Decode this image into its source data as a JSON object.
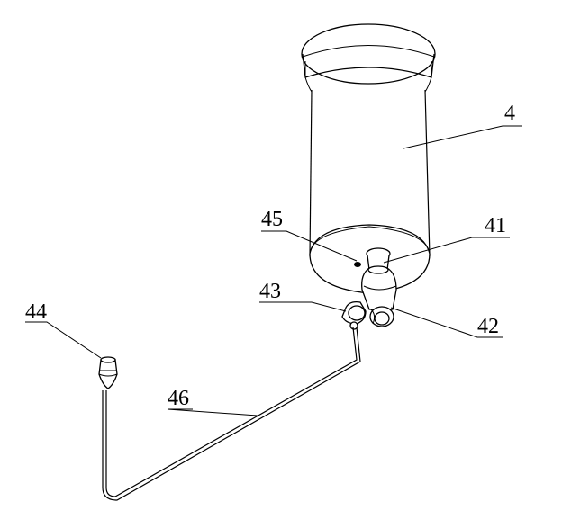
{
  "labels": {
    "l4": "4",
    "l41": "41",
    "l42": "42",
    "l43": "43",
    "l44": "44",
    "l45": "45",
    "l46": "46"
  }
}
